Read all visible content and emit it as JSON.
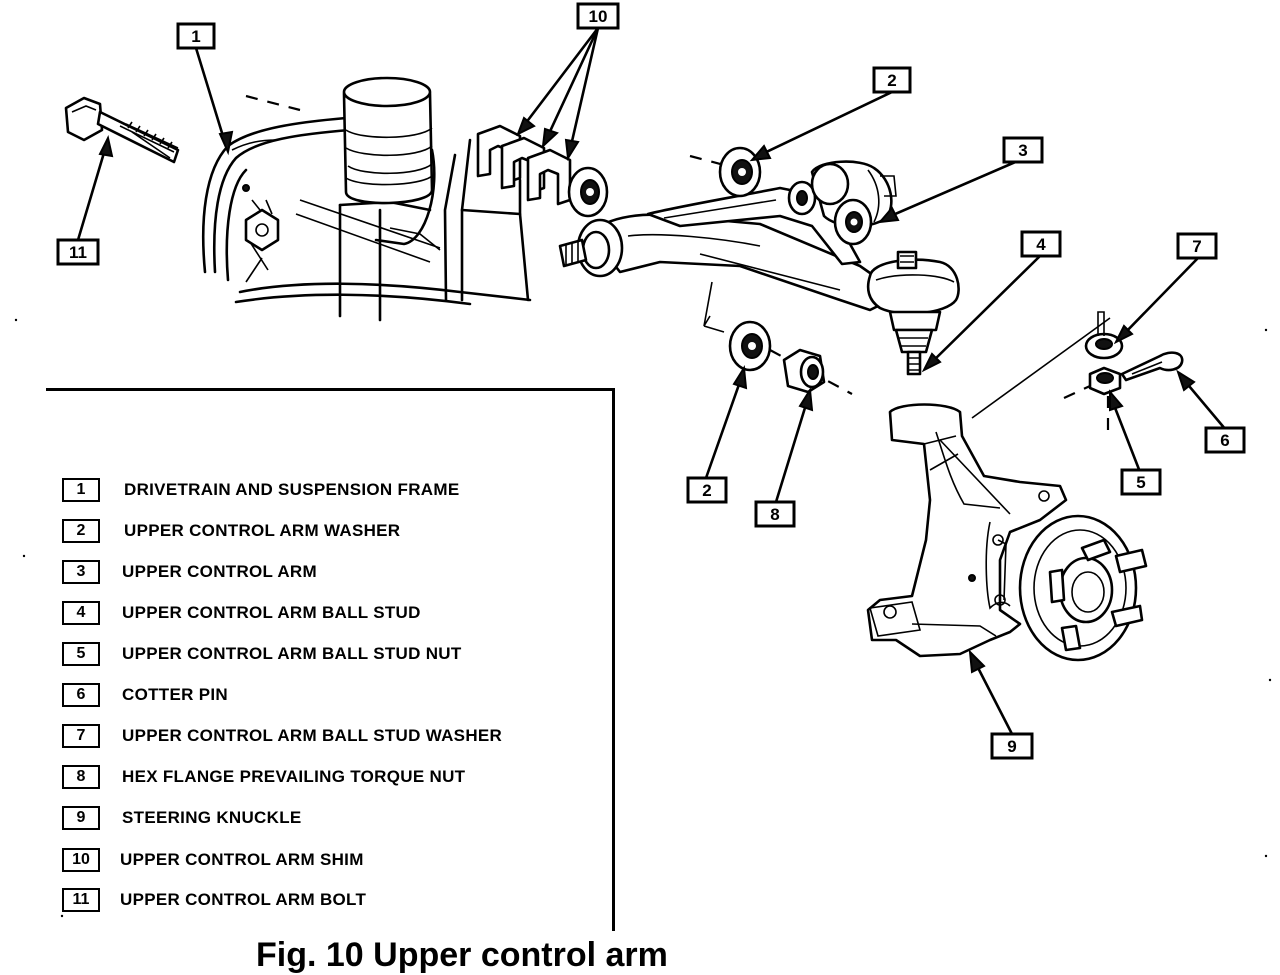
{
  "callouts": {
    "c1": "1",
    "c2a": "2",
    "c2b": "2",
    "c3": "3",
    "c4": "4",
    "c5": "5",
    "c6": "6",
    "c7": "7",
    "c8": "8",
    "c9": "9",
    "c10": "10",
    "c11": "11"
  },
  "legend": {
    "items": [
      {
        "num": "1",
        "label": "DRIVETRAIN AND SUSPENSION FRAME"
      },
      {
        "num": "2",
        "label": "UPPER CONTROL ARM WASHER"
      },
      {
        "num": "3",
        "label": "UPPER CONTROL ARM"
      },
      {
        "num": "4",
        "label": "UPPER CONTROL ARM BALL STUD"
      },
      {
        "num": "5",
        "label": "UPPER CONTROL ARM BALL STUD NUT"
      },
      {
        "num": "6",
        "label": "COTTER PIN"
      },
      {
        "num": "7",
        "label": "UPPER CONTROL ARM BALL STUD WASHER"
      },
      {
        "num": "8",
        "label": "HEX FLANGE PREVAILING TORQUE NUT"
      },
      {
        "num": "9",
        "label": "STEERING KNUCKLE"
      },
      {
        "num": "10",
        "label": "UPPER CONTROL ARM SHIM"
      },
      {
        "num": "11",
        "label": "UPPER CONTROL ARM BOLT"
      }
    ]
  },
  "caption": "Fig. 10 Upper control arm"
}
